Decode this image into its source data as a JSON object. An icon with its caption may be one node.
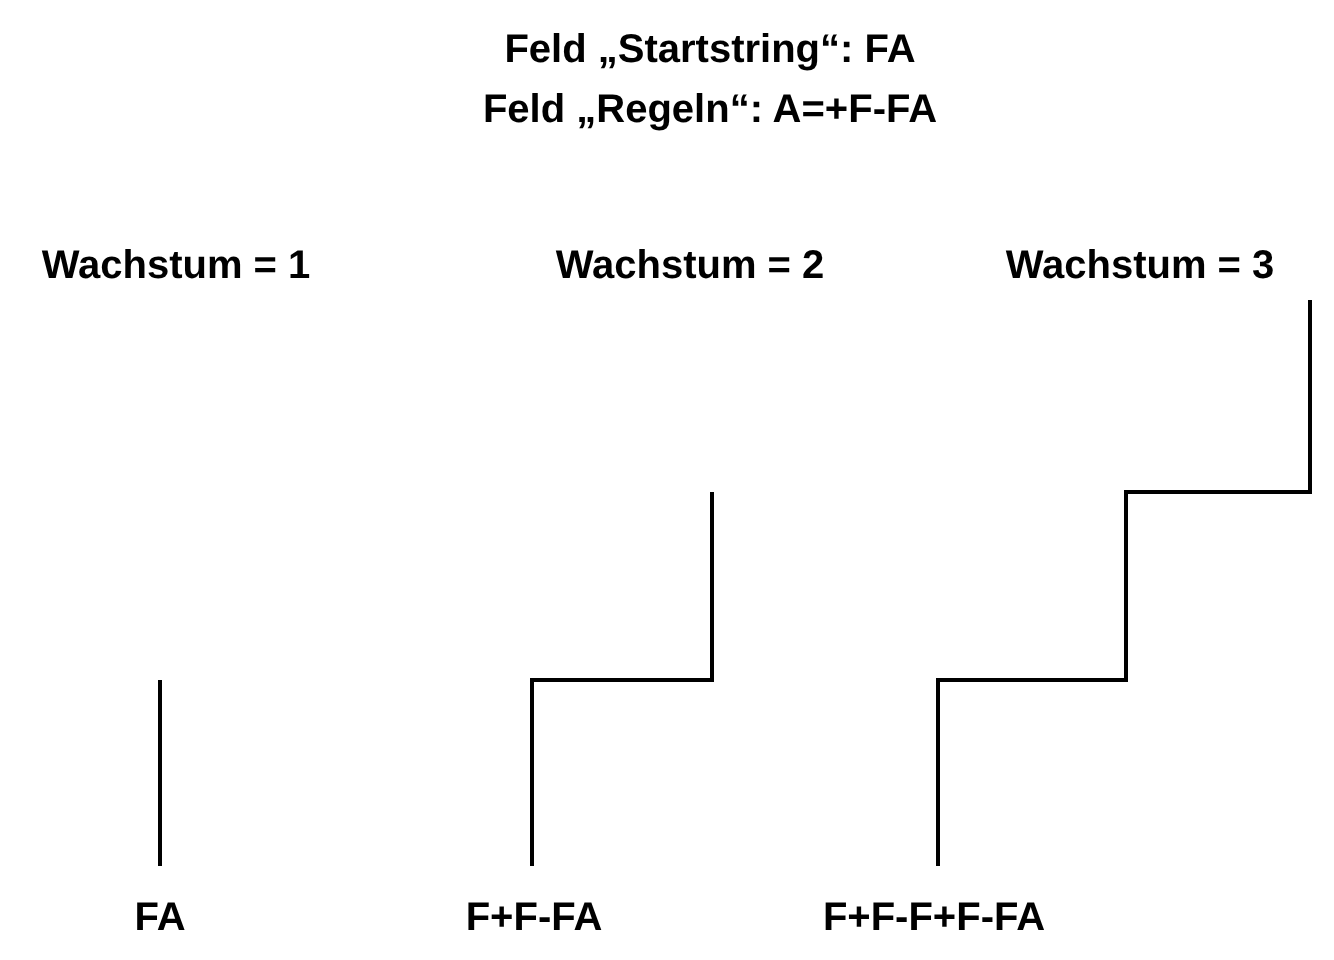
{
  "diagram": {
    "labels": [
      "Feld „Startstring“: FA",
      "Feld „Regeln“: A=+F-FA",
      "Wachstum = 1",
      "Wachstum = 2",
      "Wachstum = 3",
      "FA",
      "F+F-FA",
      "F+F-F+F-FA"
    ]
  }
}
